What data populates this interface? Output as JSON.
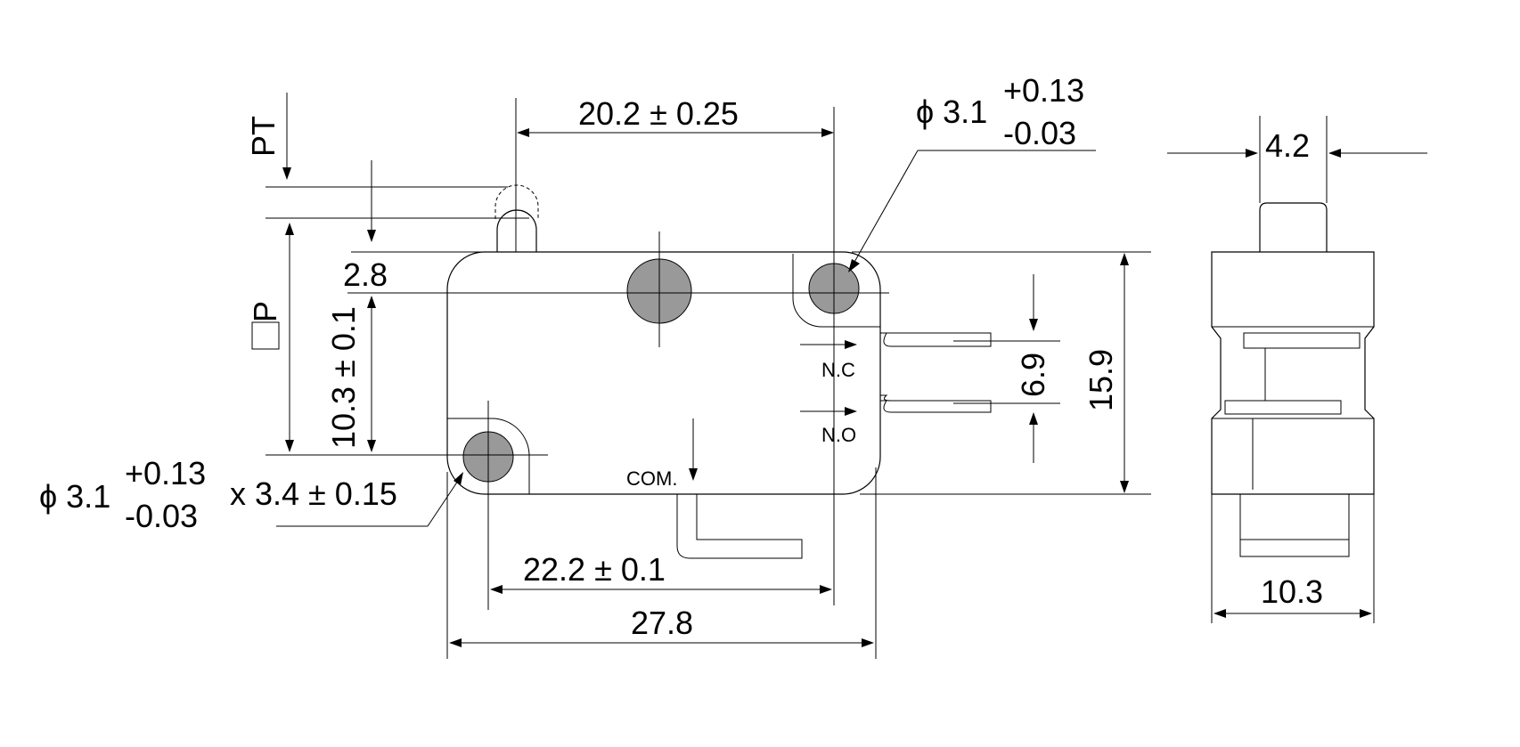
{
  "colors": {
    "line": "#000000",
    "hole_fill": "#999999",
    "background": "#ffffff"
  },
  "dimensions": {
    "pin_spacing": "20.2 ± 0.25",
    "hole_top_dia": "ϕ 3.1",
    "hole_top_tol_plus": "+0.13",
    "hole_top_tol_minus": "-0.03",
    "pt_label": "PT",
    "op_label": "P",
    "plunger_offset": "2.8",
    "hole_vertical": "10.3 ± 0.1",
    "hole_bottom_dia": "ϕ 3.1",
    "hole_bottom_tol_plus": "+0.13",
    "hole_bottom_tol_minus": "-0.03",
    "hole_bottom_length": "x 3.4 ± 0.15",
    "hole_spacing": "22.2 ± 0.1",
    "body_length": "27.8",
    "terminal_spacing": "6.9",
    "body_height": "15.9",
    "plunger_width": "4.2",
    "body_width": "10.3"
  },
  "terminals": {
    "nc": "N.C",
    "no": "N.O",
    "com": "COM."
  }
}
